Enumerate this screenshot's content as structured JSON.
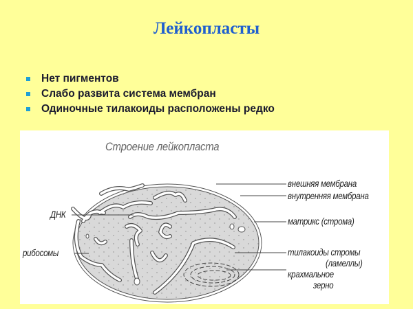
{
  "slide": {
    "title": "Лейкопласты",
    "bullets": [
      "Нет пигментов",
      "Слабо развита система мембран",
      "Одиночные тилакоиды расположены редко"
    ],
    "colors": {
      "background": "#ffff99",
      "title": "#1f5fcf",
      "bullet_marker": "#1f9fd6",
      "bullet_text": "#1a1a2e"
    }
  },
  "figure": {
    "title": "Строение лейкопласта",
    "labels": {
      "dna": "ДНК",
      "ribosomes": "рибосомы",
      "outer_membrane": "внешняя мембрана",
      "inner_membrane": "внутренняя мембрана",
      "matrix": "матрикс (строма)",
      "stroma_thylakoids": "тилакоиды стромы",
      "lamellae": "(ламеллы)",
      "starch_grain_1": "крахмальное",
      "starch_grain_2": "зерно"
    }
  }
}
